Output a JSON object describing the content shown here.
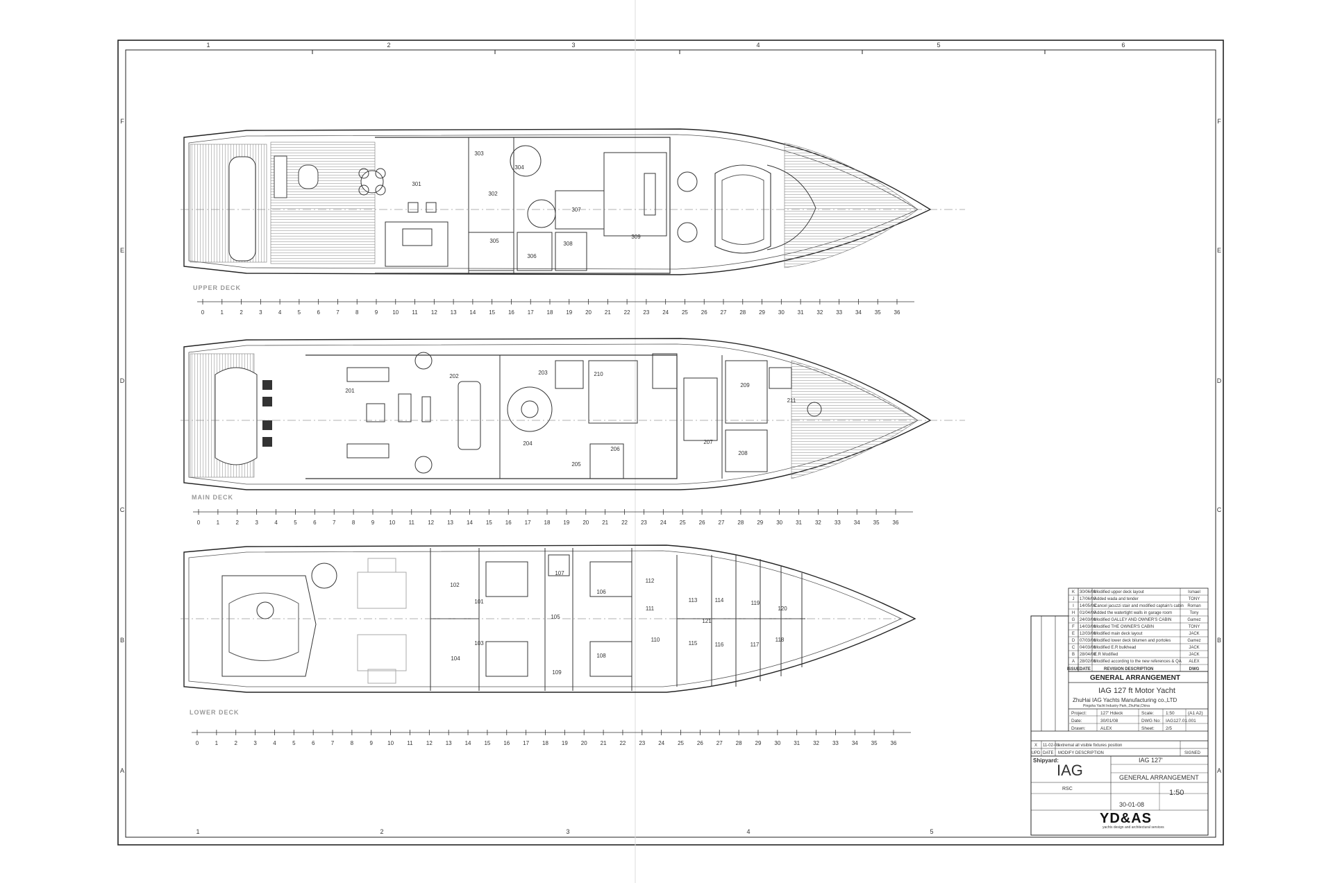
{
  "frame": {
    "col_labels": [
      "1",
      "2",
      "3",
      "4",
      "5",
      "6"
    ],
    "row_labels": [
      "F",
      "E",
      "D",
      "C",
      "B",
      "A"
    ]
  },
  "decks": {
    "upper": {
      "name": "UPPER DECK",
      "rooms": [
        "301",
        "302",
        "303",
        "304",
        "305",
        "306",
        "307",
        "308",
        "309"
      ]
    },
    "main": {
      "name": "MAIN DECK",
      "rooms": [
        "201",
        "202",
        "203",
        "204",
        "205",
        "206",
        "207",
        "208",
        "209",
        "210",
        "211"
      ]
    },
    "lower": {
      "name": "LOWER DECK",
      "rooms": [
        "101",
        "102",
        "103",
        "104",
        "105",
        "106",
        "107",
        "108",
        "109",
        "110",
        "111",
        "112",
        "113",
        "114",
        "115",
        "116",
        "117",
        "118",
        "119",
        "120",
        "121"
      ]
    }
  },
  "frame_ticks": [
    "0",
    "1",
    "2",
    "3",
    "4",
    "5",
    "6",
    "7",
    "8",
    "9",
    "10",
    "11",
    "12",
    "13",
    "14",
    "15",
    "16",
    "17",
    "18",
    "19",
    "20",
    "21",
    "22",
    "23",
    "24",
    "25",
    "26",
    "27",
    "28",
    "29",
    "30",
    "31",
    "32",
    "33",
    "34",
    "35",
    "36"
  ],
  "title_block": {
    "revisions": [
      {
        "rev": "K",
        "date": "30/06/08",
        "desc": "Modified upper deck layout",
        "by": "Ismael"
      },
      {
        "rev": "J",
        "date": "17/06/08",
        "desc": "Added wada and tender",
        "by": "TONY"
      },
      {
        "rev": "I",
        "date": "14/05/08",
        "desc": "Cancel jacuzzi stair and modified captain's cabin",
        "by": "Roman"
      },
      {
        "rev": "H",
        "date": "01/04/08",
        "desc": "Added the watertight walls in garage room",
        "by": "Tony"
      },
      {
        "rev": "G",
        "date": "24/03/08",
        "desc": "Modified GALLEY AND OWNER'S CABIN",
        "by": "Gamez"
      },
      {
        "rev": "F",
        "date": "14/03/08",
        "desc": "Modified THE OWNER'S CABIN",
        "by": "TONY"
      },
      {
        "rev": "E",
        "date": "12/03/08",
        "desc": "Modified main deck layout",
        "by": "JACK"
      },
      {
        "rev": "D",
        "date": "07/03/08",
        "desc": "Modified lower deck bilumen and portoles",
        "by": "Gamez"
      },
      {
        "rev": "C",
        "date": "04/03/08",
        "desc": "Modified E.R bulkhead",
        "by": "JACK"
      },
      {
        "rev": "B",
        "date": "28/04/08",
        "desc": "E.R Modified",
        "by": "JACK"
      },
      {
        "rev": "A",
        "date": "28/02/08",
        "desc": "Modified according to the new references & QA",
        "by": "ALEX"
      }
    ],
    "revision_header": {
      "rev": "ISSUE",
      "date": "DATE",
      "desc": "REVISION    DESCRIPTION",
      "by": "DWG"
    },
    "main_title": "GENERAL ARRANGEMENT",
    "subtitle": "IAG 127 ft Motor Yacht",
    "company": "ZhuHai IAG Yachts Manufacturing co.,LTD",
    "company_addr": "Pingsha Yacht Industry Park, ZhuHai,China",
    "fields": [
      {
        "label": "Project:",
        "value": "127' Hdeck"
      },
      {
        "label": "Date:",
        "value": "30/01/08"
      },
      {
        "label": "Drawn:",
        "value": "ALEX"
      }
    ],
    "fields_right": [
      {
        "label": "Scale:",
        "value": "1:50",
        "extra": "(A1 A2)"
      },
      {
        "label": "DWG No:",
        "value": "IAG127.01.001"
      },
      {
        "label": "Sheet:",
        "value": "2/5"
      }
    ],
    "mod_rows": [
      {
        "c1": "X",
        "c2": "11-02-08",
        "c3": "extremal all visible fixtures position"
      },
      {
        "c1": "UPD",
        "c2": "DATE",
        "c3": "MODIFY DESCRIPTION",
        "c4": "SIGNED"
      }
    ],
    "shipyard_label": "Shipyard:",
    "shipyard": "IAG",
    "project_name": "IAG 127'",
    "drawing_name": "GENERAL ARRANGEMENT",
    "scale": "1:50",
    "date": "30-01-08",
    "checked": "RSC",
    "logo": "YD&AS",
    "logo_sub": "yachts design and architectural services"
  }
}
